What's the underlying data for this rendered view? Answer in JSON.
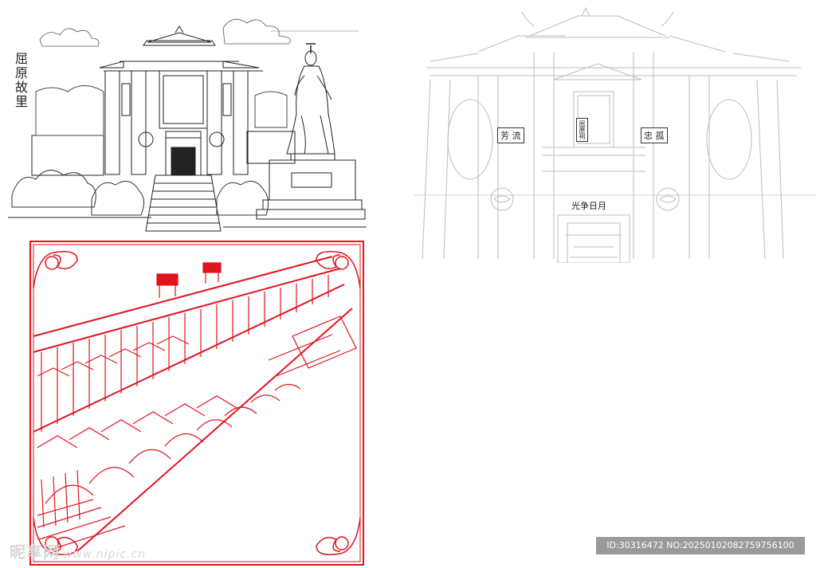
{
  "sketch": {
    "title": "屈原故里"
  },
  "archway": {
    "plaque_left": "忠 孤",
    "plaque_right": "芳 流",
    "plaque_center": "屈原祠",
    "plaque_bottom": "光争日月"
  },
  "watermark": {
    "site": "昵享网",
    "url": "www.nipic.cn"
  },
  "image_id": "ID:30316472 NO:20250102082759756100",
  "colors": {
    "sketch_line": "#222222",
    "archway_line": "#bdbdbd",
    "papercut_red": "#e0141e",
    "badge_bg": "#9a9a9a"
  }
}
